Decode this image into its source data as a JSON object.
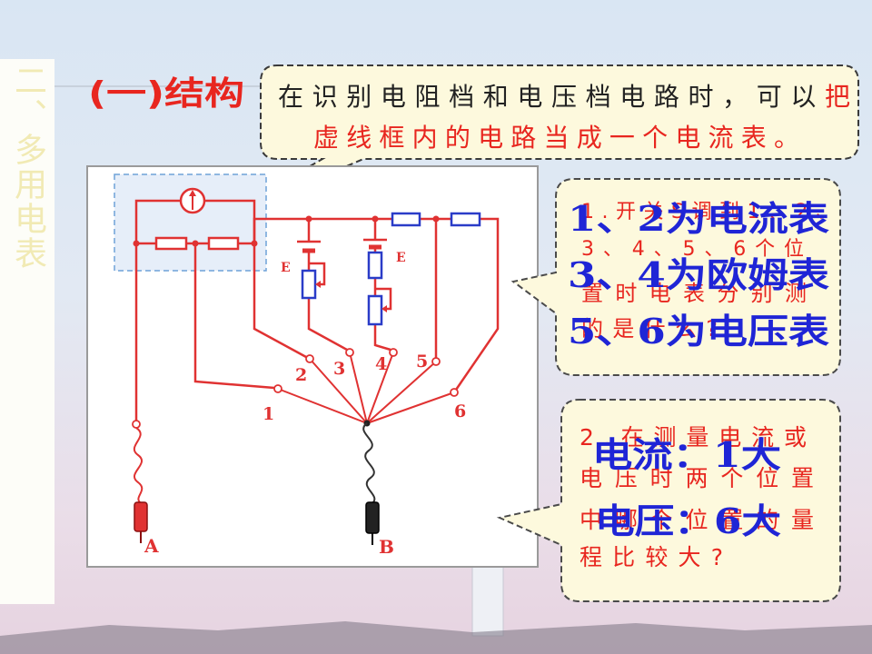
{
  "slide": {
    "side_title": "二、多用电表",
    "title": "(一)结构",
    "top_callout": {
      "line1": "在识别电阻档和电压档电路时，可以",
      "line1_highlight": "把",
      "line2": "虚线框内的电路当成一个电流表。"
    },
    "callout_1": {
      "question": [
        "1.开关S调到1、2、",
        "3、4、5、6个位",
        "置时电表分别测",
        "的是什么?"
      ],
      "answers": [
        "1、2为电流表",
        "3、4为欧姆表",
        "5、6为电压表"
      ]
    },
    "callout_2": {
      "question": [
        "2.在测量电流或",
        "电压时两个位置",
        "中哪个位置的量",
        "程比较大?"
      ],
      "answers": [
        "电流：1大",
        "电压：6大"
      ]
    },
    "circuit": {
      "battery_labels": [
        "E",
        "E"
      ],
      "switch_positions": [
        "1",
        "2",
        "3",
        "4",
        "5",
        "6"
      ],
      "probe_labels": [
        "A",
        "B"
      ]
    }
  },
  "colors": {
    "title_red": "#e8261f",
    "answer_blue": "#1f25d6",
    "wire_red": "#e03232",
    "callout_fill": "#fdf9dd",
    "side_title": "#f1eab4",
    "dashed_box_blue": "#6ea2d8"
  }
}
